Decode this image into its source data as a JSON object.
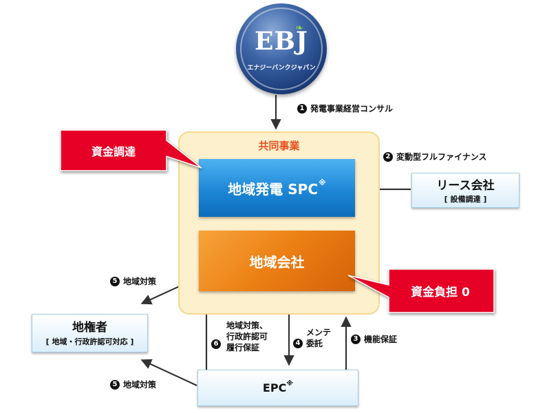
{
  "logo": {
    "mark": "EBJ",
    "kana": "エナジーバンクジャパン"
  },
  "joint_venture": {
    "label": "共同事業"
  },
  "spc": {
    "name": "地域発電 SPC",
    "mark": "※"
  },
  "local_company": {
    "name": "地域会社"
  },
  "lease_company": {
    "name": "リース会社",
    "sub": "[ 設備調達 ]"
  },
  "landowner": {
    "name": "地権者",
    "sub": "[ 地域・行政許認可対応 ]"
  },
  "epc": {
    "name": "EPC",
    "mark": "※"
  },
  "callouts": {
    "fundraising": "資金調達",
    "zero_burden": "資金負担 0"
  },
  "annotations": {
    "n1": {
      "num": "1",
      "text": "発電事業経営コンサル"
    },
    "n2": {
      "num": "2",
      "text": "変動型フルファイナンス"
    },
    "n3": {
      "num": "3",
      "text": "機能保証"
    },
    "n4": {
      "num": "4",
      "lines": [
        "メンテ",
        "委託"
      ]
    },
    "n5a": {
      "num": "5",
      "text": "地域対策"
    },
    "n5b": {
      "num": "5",
      "text": "地域対策"
    },
    "n6": {
      "num": "6",
      "lines": [
        "地域対策、",
        "行政許認可",
        "履行保証"
      ]
    }
  },
  "colors": {
    "spc_blue": "#1d87d6",
    "local_orange": "#ec7f14",
    "callout_red": "#e60026",
    "jv_label": "#e8501e",
    "frame_fill": "#fdf0cd"
  }
}
